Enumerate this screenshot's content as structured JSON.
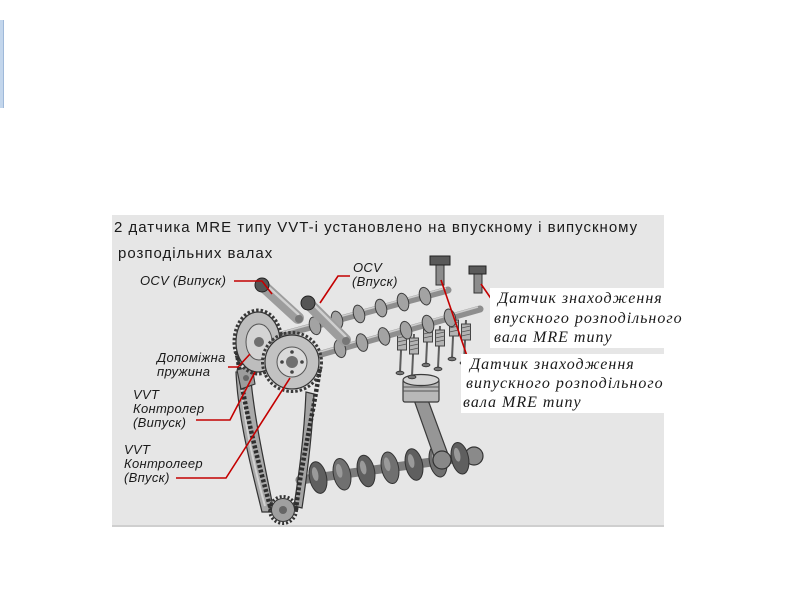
{
  "slide": {
    "caption_line_1": "2 датчика MRE типу VVT-i установлено на впускному і випускному",
    "caption_line_2": "розподільних валах"
  },
  "diagram_labels": {
    "ocv_exhaust": "OCV (Випуск)",
    "ocv_intake": [
      "OCV",
      "(Впуск)"
    ],
    "auxiliary_spring": [
      "Допоміжна",
      "пружина"
    ],
    "vvt_controller_exhaust": [
      "VVT",
      "Контролер",
      "(Випуск)"
    ],
    "vvt_controller_intake": [
      "VVT",
      "Контролеер",
      "(Впуск)"
    ]
  },
  "callouts": {
    "intake_camshaft_sensor": [
      "Датчик знаходження",
      "впускного розподільного",
      "вала MRE типу"
    ],
    "exhaust_camshaft_sensor": [
      "Датчик знаходження",
      "випускного розподільного",
      "вала MRE типу"
    ]
  },
  "colors": {
    "panel_background": "#e6e6e6",
    "leader_lines": "#c40000",
    "callout_background": "#ffffff",
    "accent_strip": "#c3d6ec"
  }
}
